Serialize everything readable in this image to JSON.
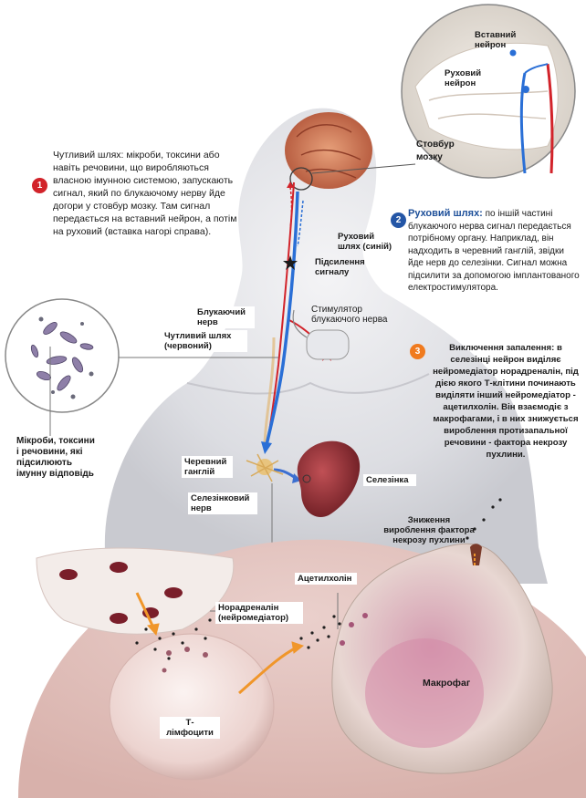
{
  "notes": {
    "n1": {
      "number": "1",
      "color": "#d2232a",
      "text": "Чутливий шлях: мікроби, токсини або навіть речовини, що виробляються власною імунною системою, запускають сигнал, який по блукаючому нерву йде догори у стовбур мозку. Там сигнал передається на вставний нейрон, а потім на руховий (вставка нагорі справа)."
    },
    "n2": {
      "number": "2",
      "color": "#2456a6",
      "title": "Руховий шлях:",
      "text": "по іншій частині блукаючого нерва сигнал передається потрібному органу. Наприклад, він надходить в черевний ганглій, звідки йде нерв до селезінки. Сигнал можна підсилити за допомогою імплантованого електростимулятора."
    },
    "n3": {
      "number": "3",
      "color": "#f07a1e",
      "text": "Виключення запалення: в селезінці нейрон виділяє нейромедіатор норадреналін, під дією якого Т-клітини починають виділяти інший нейромедіатор - ацетилхолін. Він взаємодіє з макрофагами, і в них знижується вироблення протизапальної речовини - фактора некрозу пухлини."
    }
  },
  "labels": {
    "insert_neuron": "Вставний нейрон",
    "motor_neuron": "Руховий нейрон",
    "brainstem": "Стовбур мозку",
    "motor_path": "Руховий шлях (синій)",
    "amplification": "Підсилення сигналу",
    "vagus_nerve": "Блукаючий нерв",
    "sensory_path": "Чутливий шлях (червоний)",
    "stimulator": "Стимулятор блукаючого нерва",
    "microbes": "Мікроби, токсини і речовини, які підсилюють імунну відповідь",
    "celiac_ganglion": "Черевний ганглій",
    "splenic_nerve": "Селезінковий нерв",
    "spleen": "Селезінка",
    "tnf_reduction": "Зниження вироблення фактора некрозу пухлини",
    "acetylcholine": "Ацетилхолін",
    "noradrenaline": "Норадреналін (нейромедіатор)",
    "t_lymphocytes": "Т-лімфоцити",
    "macrophage": "Макрофаг"
  },
  "colors": {
    "sensory": "#d2232a",
    "motor": "#2a6fd6",
    "accent_orange": "#f0962a",
    "tissue": "#e8c9c4"
  }
}
